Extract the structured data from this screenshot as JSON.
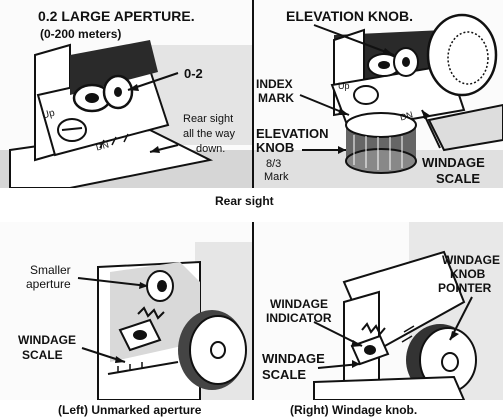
{
  "top_left": {
    "title": "0.2 LARGE APERTURE.",
    "subtitle": "(0-200 meters)",
    "label_02": "0-2",
    "label_rear1": "Rear sight",
    "label_rear2": "all the way",
    "label_rear3": "down.",
    "engraving_up": "Up",
    "engraving_dn": "DN"
  },
  "top_right": {
    "title": "ELEVATION KNOB.",
    "index1": "INDEX",
    "index2": "MARK",
    "elev1": "ELEVATION",
    "elev2": "KNOB",
    "mark1": "8/3",
    "mark2": "Mark",
    "windage1": "WINDAGE",
    "windage2": "SCALE",
    "engraving_up": "Up",
    "engraving_dn": "DN"
  },
  "caption_top": "Rear sight",
  "bottom_left": {
    "smaller1": "Smaller",
    "smaller2": "aperture",
    "windage1": "WINDAGE",
    "windage2": "SCALE"
  },
  "bottom_right": {
    "knob1": "WINDAGE",
    "knob2": "KNOB",
    "knob3": "POINTER",
    "indicator1": "WINDAGE",
    "indicator2": "INDICATOR",
    "scale1": "WINDAGE",
    "scale2": "SCALE"
  },
  "caption_left": "(Left) Unmarked aperture",
  "caption_right": "(Right) Windage knob."
}
